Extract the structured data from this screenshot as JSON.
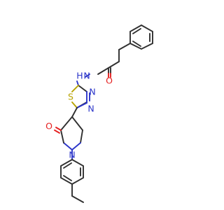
{
  "molecule": {
    "atom_labels": {
      "amide_nitrogen_symbol": "N",
      "amide_nitrogen_hydrogen": "H",
      "amide_oxygen": "O",
      "thiadiazole_sulfur": "S",
      "thiadiazole_nitrogen_upper": "N",
      "thiadiazole_nitrogen_lower": "N",
      "lactam_oxygen": "O",
      "pyrrolidine_nitrogen": "N"
    },
    "colors": {
      "carbon_bond": "#303030",
      "nitrogen": "#2b35c9",
      "oxygen": "#e52020",
      "sulfur": "#b8a300"
    }
  }
}
